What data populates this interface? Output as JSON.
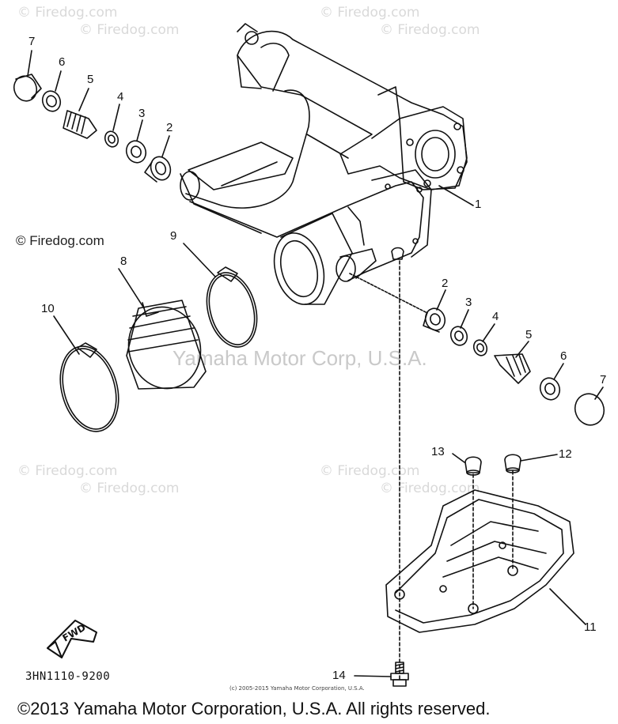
{
  "watermarks": {
    "corner": "Firedog.com",
    "left": "© Firedog.com",
    "center": "Yamaha Motor Corp, U.S.A."
  },
  "callouts": {
    "n1": "1",
    "n2": "2",
    "n3": "3",
    "n4": "4",
    "n5": "5",
    "n6": "6",
    "n7": "7",
    "n8": "8",
    "n9": "9",
    "n10": "10",
    "n11": "11",
    "n12": "12",
    "n13": "13",
    "n14": "14"
  },
  "fwd_label": "FWD",
  "part_code": "3HN1110-9200",
  "fine_print": "(c) 2005-2015 Yamaha Motor Corporation, U.S.A.",
  "footer": "©2013 Yamaha Motor Corporation, U.S.A. All rights reserved."
}
